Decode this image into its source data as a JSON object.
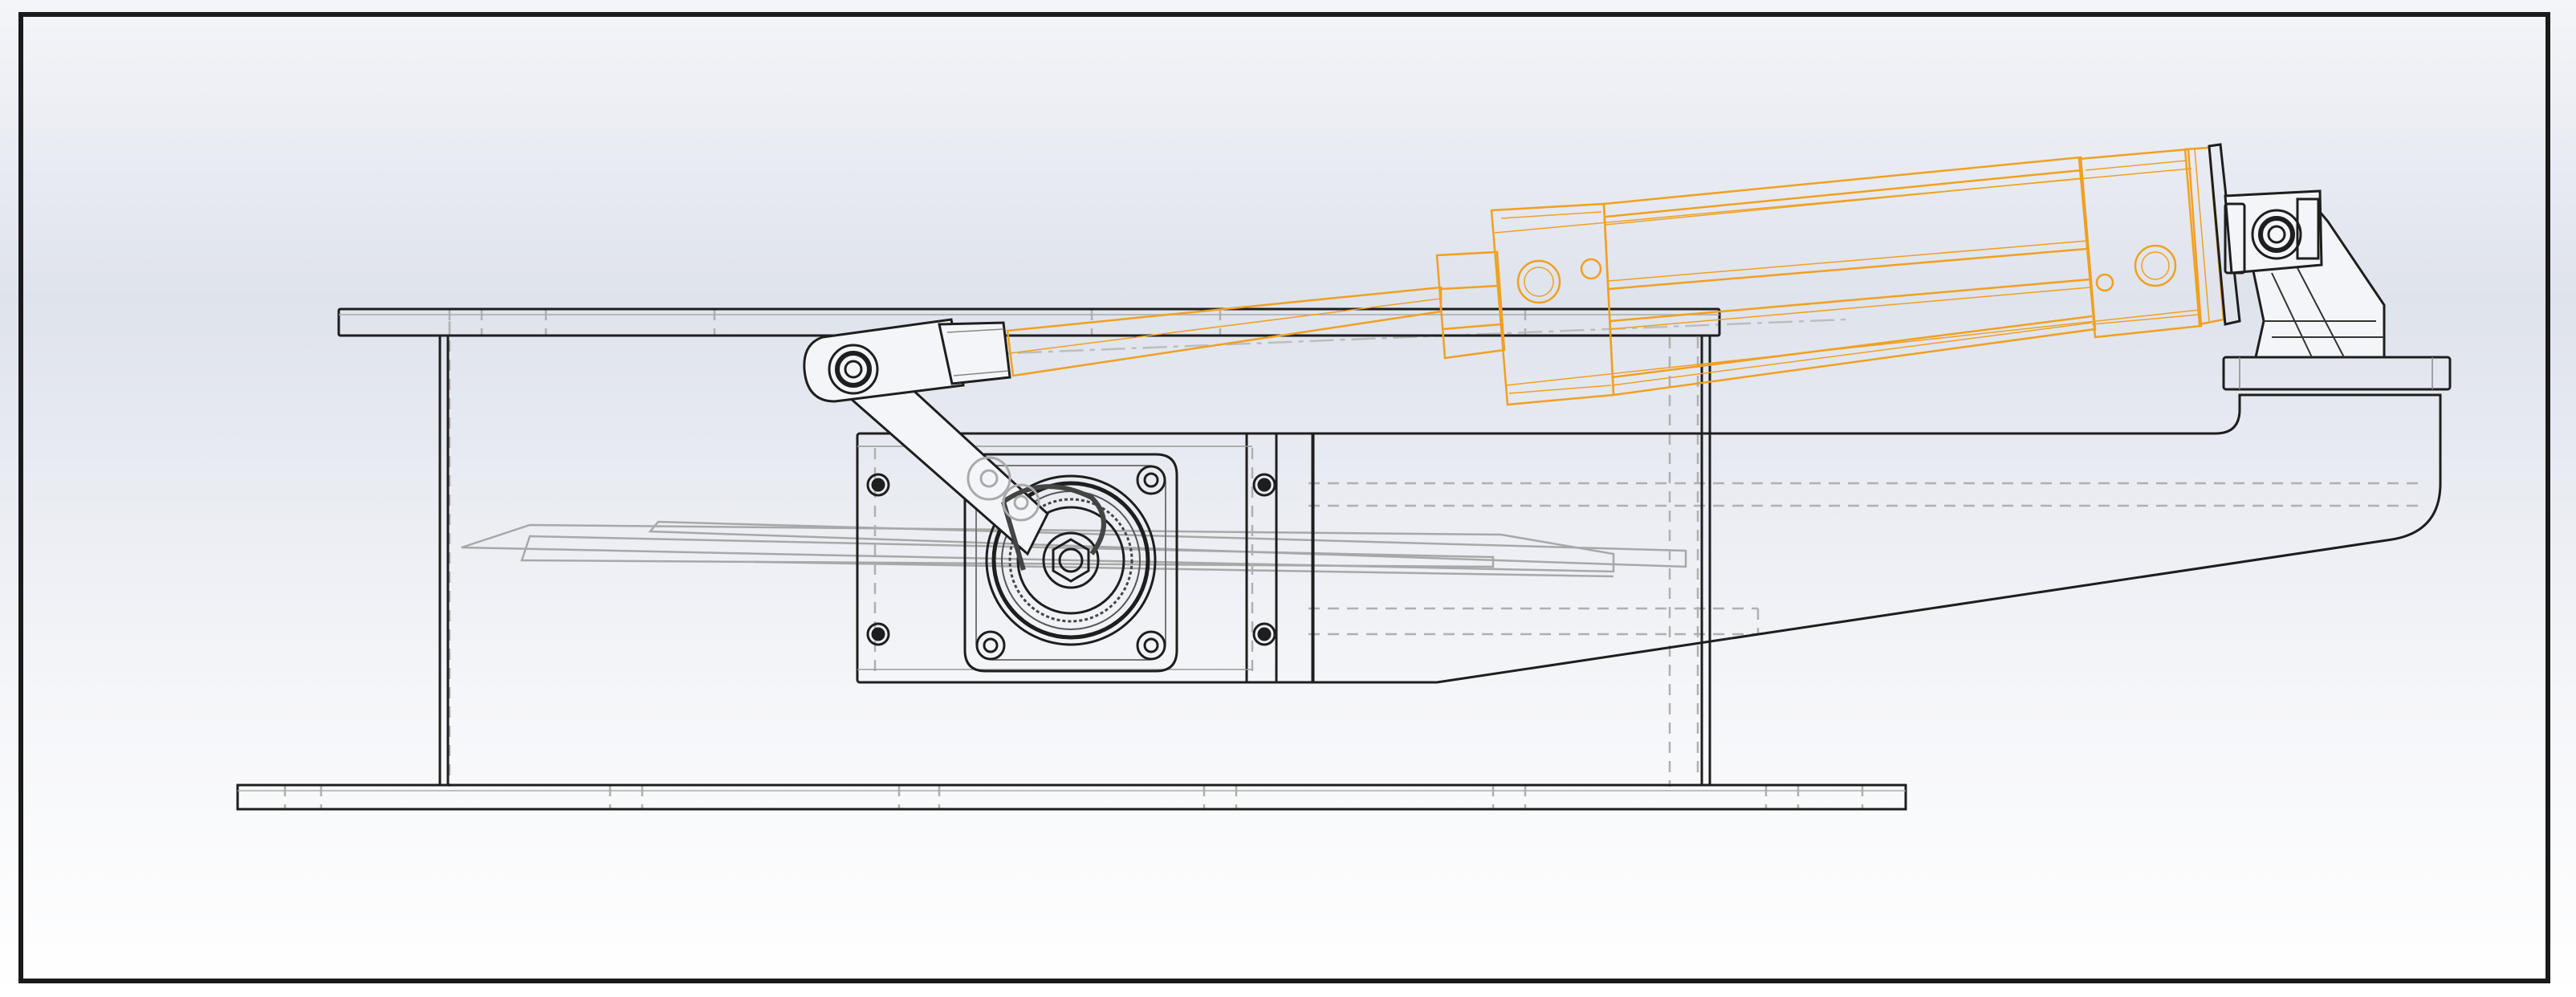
{
  "view": {
    "background_top": "#dfe3ec",
    "background_bottom": "#ffffff",
    "frame_color": "#1a1a1a",
    "edge_color": "#1e1e1e",
    "hidden_edge_color": "#9a9a9a",
    "selection_color": "#f0a020"
  },
  "components": [
    {
      "name": "top-plate"
    },
    {
      "name": "base-plate"
    },
    {
      "name": "left-post"
    },
    {
      "name": "right-post"
    },
    {
      "name": "tapered-bracket"
    },
    {
      "name": "bearing-housing"
    },
    {
      "name": "crank-arm"
    },
    {
      "name": "rod-clevis"
    },
    {
      "name": "hydraulic-cylinder",
      "selected": true
    },
    {
      "name": "rear-clevis-mount"
    },
    {
      "name": "swing-arm-hidden"
    }
  ]
}
